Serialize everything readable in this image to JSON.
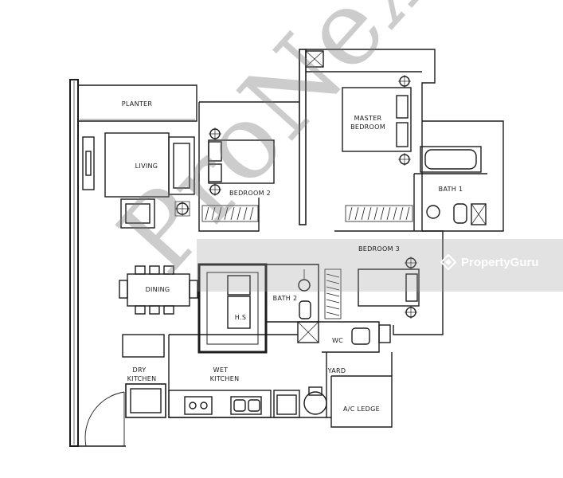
{
  "rooms": {
    "planter": "PLANTER",
    "living": "LIVING",
    "bedroom2": "BEDROOM 2",
    "master_line1": "MASTER",
    "master_line2": "BEDROOM",
    "bath1": "BATH 1",
    "bedroom3": "BEDROOM 3",
    "dining": "DINING",
    "bath2": "BATH 2",
    "hs": "H.S",
    "wc": "WC",
    "yard": "YARD",
    "dry_line1": "DRY",
    "dry_line2": "KITCHEN",
    "wet_line1": "WET",
    "wet_line2": "KITCHEN",
    "ac_ledge": "A/C LEDGE"
  },
  "watermark": {
    "text": "ProNex",
    "brand": "PropertyGuru"
  },
  "colors": {
    "line": "#1c1c1c",
    "watermark": "#808080",
    "brand_band": "#9a9a9a"
  }
}
